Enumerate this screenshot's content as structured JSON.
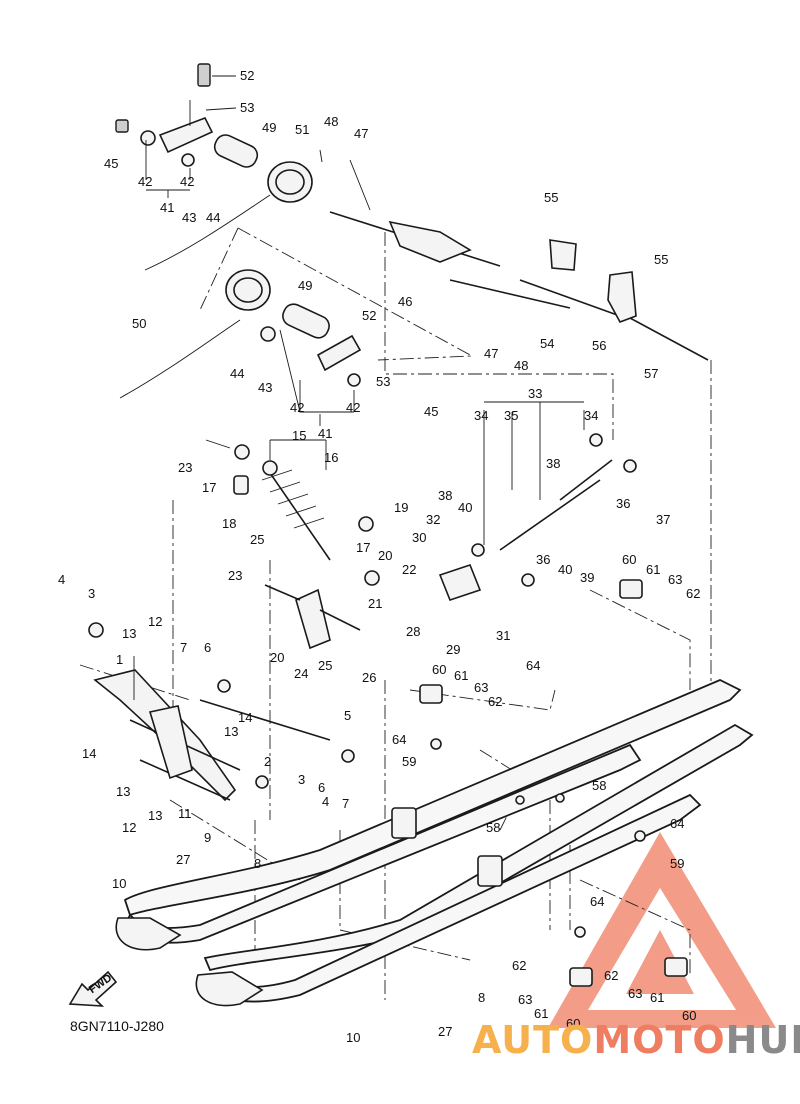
{
  "diagram": {
    "code": "8GN7110-J280",
    "fwd_label": "FWD",
    "watermark": {
      "part1": "AUTO",
      "part2": "MOTO",
      "part3": "HUB",
      "color_auto": "#f6b04c",
      "color_moto": "#ef7d62",
      "color_hub": "#8a8a8a"
    },
    "callouts": [
      {
        "id": "c52a",
        "text": "52"
      },
      {
        "id": "c53a",
        "text": "53"
      },
      {
        "id": "c49a",
        "text": "49"
      },
      {
        "id": "c51",
        "text": "51"
      },
      {
        "id": "c48a",
        "text": "48"
      },
      {
        "id": "c47a",
        "text": "47"
      },
      {
        "id": "c45a",
        "text": "45"
      },
      {
        "id": "c42a",
        "text": "42"
      },
      {
        "id": "c42b",
        "text": "42"
      },
      {
        "id": "c41a",
        "text": "41"
      },
      {
        "id": "c43a",
        "text": "43"
      },
      {
        "id": "c44a",
        "text": "44"
      },
      {
        "id": "c55a",
        "text": "55"
      },
      {
        "id": "c55b",
        "text": "55"
      },
      {
        "id": "c46",
        "text": "46"
      },
      {
        "id": "c50",
        "text": "50"
      },
      {
        "id": "c49b",
        "text": "49"
      },
      {
        "id": "c52b",
        "text": "52"
      },
      {
        "id": "c47b",
        "text": "47"
      },
      {
        "id": "c48b",
        "text": "48"
      },
      {
        "id": "c54",
        "text": "54"
      },
      {
        "id": "c56",
        "text": "56"
      },
      {
        "id": "c57",
        "text": "57"
      },
      {
        "id": "c44b",
        "text": "44"
      },
      {
        "id": "c43b",
        "text": "43"
      },
      {
        "id": "c42c",
        "text": "42"
      },
      {
        "id": "c42d",
        "text": "42"
      },
      {
        "id": "c41b",
        "text": "41"
      },
      {
        "id": "c53b",
        "text": "53"
      },
      {
        "id": "c45b",
        "text": "45"
      },
      {
        "id": "c33",
        "text": "33"
      },
      {
        "id": "c34a",
        "text": "34"
      },
      {
        "id": "c35",
        "text": "35"
      },
      {
        "id": "c34b",
        "text": "34"
      },
      {
        "id": "c38a",
        "text": "38"
      },
      {
        "id": "c15",
        "text": "15"
      },
      {
        "id": "c16",
        "text": "16"
      },
      {
        "id": "c23a",
        "text": "23"
      },
      {
        "id": "c17a",
        "text": "17"
      },
      {
        "id": "c18",
        "text": "18"
      },
      {
        "id": "c38b",
        "text": "38"
      },
      {
        "id": "c40a",
        "text": "40"
      },
      {
        "id": "c36a",
        "text": "36"
      },
      {
        "id": "c37",
        "text": "37"
      },
      {
        "id": "c19",
        "text": "19"
      },
      {
        "id": "c32",
        "text": "32"
      },
      {
        "id": "c30",
        "text": "30"
      },
      {
        "id": "c17b",
        "text": "17"
      },
      {
        "id": "c20a",
        "text": "20"
      },
      {
        "id": "c36b",
        "text": "36"
      },
      {
        "id": "c40b",
        "text": "40"
      },
      {
        "id": "c25a",
        "text": "25"
      },
      {
        "id": "c22",
        "text": "22"
      },
      {
        "id": "c60a",
        "text": "60"
      },
      {
        "id": "c61a",
        "text": "61"
      },
      {
        "id": "c63a",
        "text": "63"
      },
      {
        "id": "c62a",
        "text": "62"
      },
      {
        "id": "c39",
        "text": "39"
      },
      {
        "id": "c23b",
        "text": "23"
      },
      {
        "id": "c21",
        "text": "21"
      },
      {
        "id": "c4a",
        "text": "4"
      },
      {
        "id": "c3a",
        "text": "3"
      },
      {
        "id": "c12a",
        "text": "12"
      },
      {
        "id": "c13a",
        "text": "13"
      },
      {
        "id": "c20b",
        "text": "20"
      },
      {
        "id": "c28",
        "text": "28"
      },
      {
        "id": "c31",
        "text": "31"
      },
      {
        "id": "c29",
        "text": "29"
      },
      {
        "id": "c7a",
        "text": "7"
      },
      {
        "id": "c6a",
        "text": "6"
      },
      {
        "id": "c1",
        "text": "1"
      },
      {
        "id": "c24",
        "text": "24"
      },
      {
        "id": "c25b",
        "text": "25"
      },
      {
        "id": "c26",
        "text": "26"
      },
      {
        "id": "c60b",
        "text": "60"
      },
      {
        "id": "c61b",
        "text": "61"
      },
      {
        "id": "c64a",
        "text": "64"
      },
      {
        "id": "c63b",
        "text": "63"
      },
      {
        "id": "c62b",
        "text": "62"
      },
      {
        "id": "c14a",
        "text": "14"
      },
      {
        "id": "c13b",
        "text": "13"
      },
      {
        "id": "c5",
        "text": "5"
      },
      {
        "id": "c14b",
        "text": "14"
      },
      {
        "id": "c64b",
        "text": "64"
      },
      {
        "id": "c2",
        "text": "2"
      },
      {
        "id": "c59a",
        "text": "59"
      },
      {
        "id": "c3b",
        "text": "3"
      },
      {
        "id": "c6b",
        "text": "6"
      },
      {
        "id": "c13c",
        "text": "13"
      },
      {
        "id": "c4b",
        "text": "4"
      },
      {
        "id": "c7b",
        "text": "7"
      },
      {
        "id": "c58a",
        "text": "58"
      },
      {
        "id": "c58b",
        "text": "58"
      },
      {
        "id": "c12b",
        "text": "12"
      },
      {
        "id": "c13d",
        "text": "13"
      },
      {
        "id": "c11",
        "text": "11"
      },
      {
        "id": "c9",
        "text": "9"
      },
      {
        "id": "c64c",
        "text": "64"
      },
      {
        "id": "c8a",
        "text": "8"
      },
      {
        "id": "c27a",
        "text": "27"
      },
      {
        "id": "c59b",
        "text": "59"
      },
      {
        "id": "c10a",
        "text": "10"
      },
      {
        "id": "c64d",
        "text": "64"
      },
      {
        "id": "c62c",
        "text": "62"
      },
      {
        "id": "c8b",
        "text": "8"
      },
      {
        "id": "c62d",
        "text": "62"
      },
      {
        "id": "c63c",
        "text": "63"
      },
      {
        "id": "c61c",
        "text": "61"
      },
      {
        "id": "c63d",
        "text": "63"
      },
      {
        "id": "c61d",
        "text": "61"
      },
      {
        "id": "c60c",
        "text": "60"
      },
      {
        "id": "c60d",
        "text": "60"
      },
      {
        "id": "c27b",
        "text": "27"
      },
      {
        "id": "c10b",
        "text": "10"
      }
    ]
  }
}
